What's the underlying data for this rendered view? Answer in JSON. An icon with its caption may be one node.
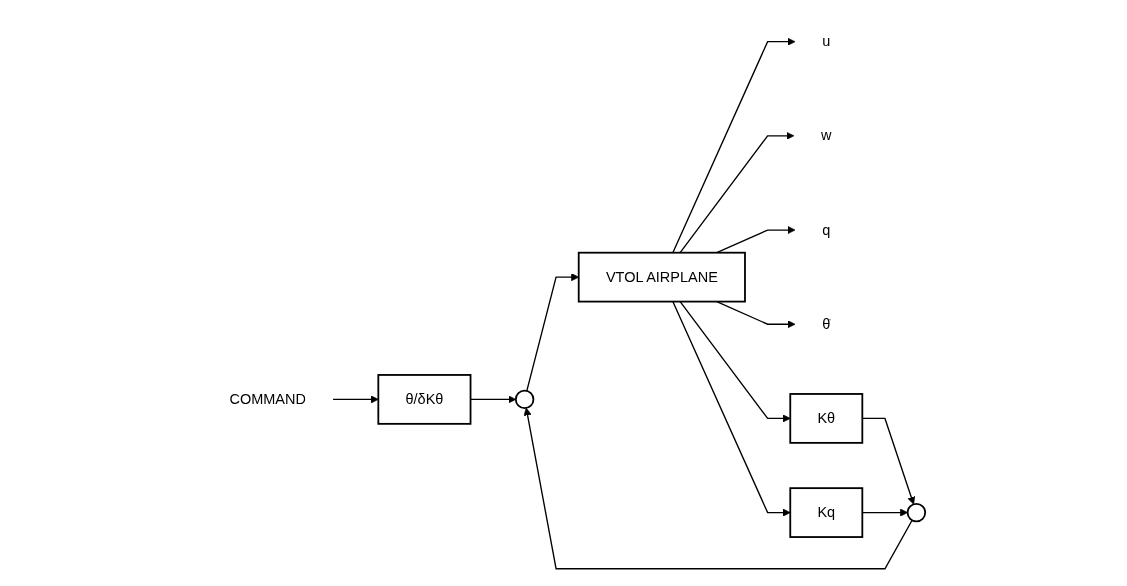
{
  "diagram": {
    "nodes": [
      {
        "text": [
          "COMMAND"
        ]
      },
      {
        "text": [
          "θ/δKθ"
        ]
      },
      {
        "text": [],
        "shape": "circle"
      },
      {
        "text": [
          "VTOL AIRPLANE"
        ]
      },
      {
        "text": [
          "u"
        ]
      },
      {
        "text": [
          "w"
        ]
      },
      {
        "text": [
          "q"
        ]
      },
      {
        "text": [
          "θ̇"
        ]
      },
      {
        "text": [
          "Kθ"
        ]
      },
      {
        "text": [
          "Kq"
        ]
      },
      {
        "text": [],
        "shape": "circle"
      }
    ],
    "edges": [
      {
        "from": 0,
        "to": 1,
        "arrow": "to"
      },
      {
        "from": 1,
        "to": 2,
        "arrow": "to"
      },
      {
        "from": 2,
        "to": 3,
        "arrow": "to"
      },
      {
        "from": 3,
        "to": 4,
        "arrow": "to"
      },
      {
        "from": 3,
        "to": 5,
        "arrow": "to"
      },
      {
        "from": 3,
        "to": 6,
        "arrow": "to"
      },
      {
        "from": 3,
        "to": 7,
        "arrow": "to"
      },
      {
        "from": 3,
        "to": 8,
        "arrow": "to"
      },
      {
        "from": 3,
        "to": 9,
        "arrow": "to"
      },
      {
        "from": 8,
        "to": 10,
        "arrow": "to"
      },
      {
        "from": 9,
        "to": 10,
        "arrow": "to"
      },
      {
        "from": 10,
        "to": 2,
        "arrow": "to"
      }
    ]
  }
}
